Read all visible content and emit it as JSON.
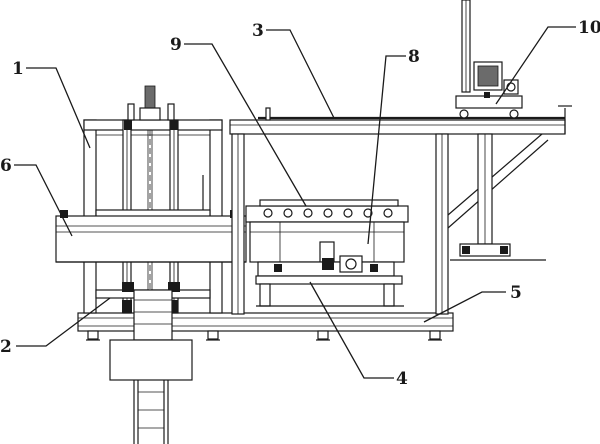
{
  "callouts": {
    "c1": "1",
    "c2": "2",
    "c3": "3",
    "c4": "4",
    "c5": "5",
    "c6": "6",
    "c8": "8",
    "c9": "9",
    "c10": "10"
  }
}
